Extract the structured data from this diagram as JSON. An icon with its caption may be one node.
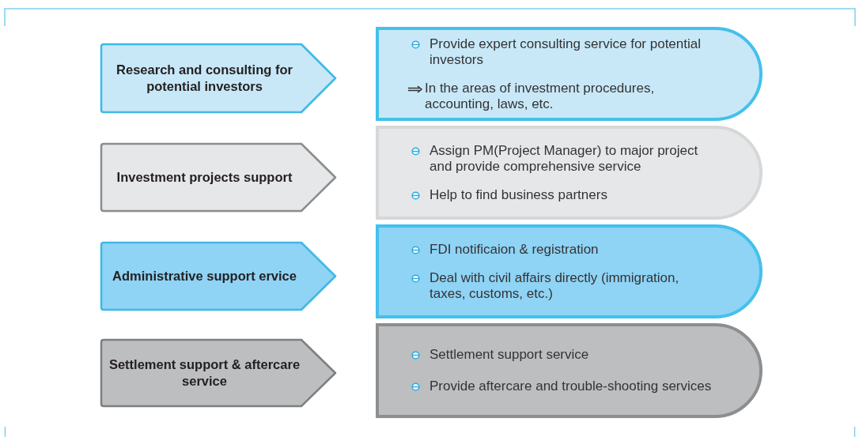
{
  "diagram": {
    "nodes": [
      {
        "text": [
          "Research and consulting for potential investors"
        ]
      },
      {
        "text": [
          "Provide expert consulting service for potential investors",
          "In the areas of investment procedures, accounting, laws, etc."
        ]
      },
      {
        "text": [
          "Investment projects support"
        ]
      },
      {
        "text": [
          "Assign PM(Project Manager) to major project and provide comprehensive service",
          "Help to find business partners"
        ]
      },
      {
        "text": [
          "Administrative support ervice"
        ]
      },
      {
        "text": [
          "FDI notificaion & registration",
          "Deal with civil affairs directly (immigration, taxes, customs, etc.)"
        ]
      },
      {
        "text": [
          "Settlement support & aftercare service"
        ]
      },
      {
        "text": [
          "Settlement support service",
          "Provide aftercare and trouble-shooting services"
        ]
      }
    ]
  }
}
